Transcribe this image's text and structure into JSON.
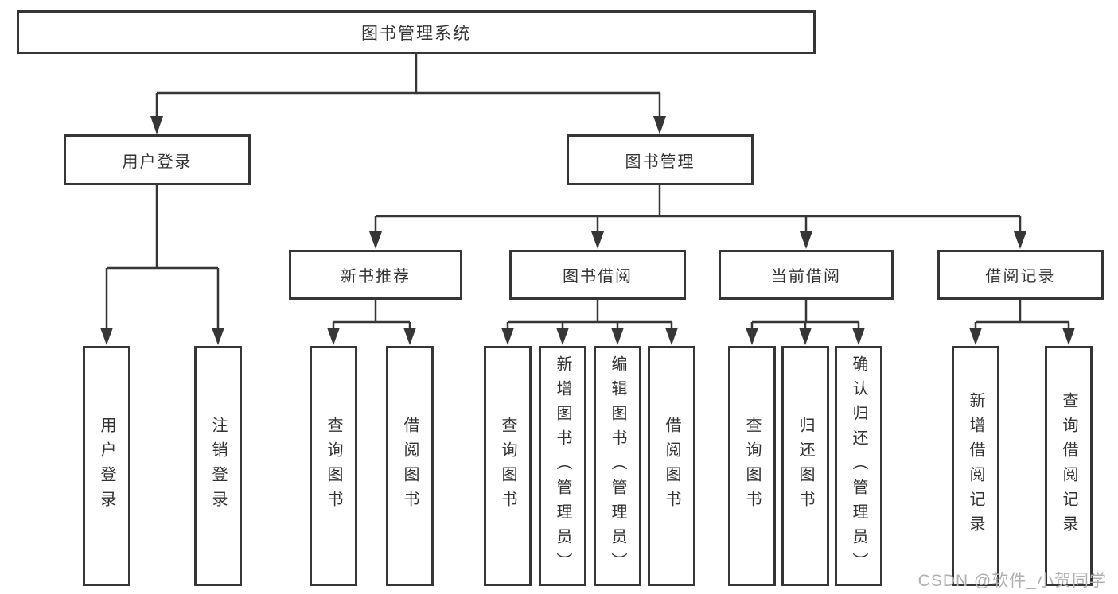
{
  "tree": {
    "root": {
      "label": "图书管理系统",
      "children": [
        {
          "label": "用户登录",
          "children": [
            {
              "label": "用户登录"
            },
            {
              "label": "注销登录"
            }
          ]
        },
        {
          "label": "图书管理",
          "children": [
            {
              "label": "新书推荐",
              "children": [
                {
                  "label": "查询图书"
                },
                {
                  "label": "借阅图书"
                }
              ]
            },
            {
              "label": "图书借阅",
              "children": [
                {
                  "label": "查询图书"
                },
                {
                  "label": "新增图书（管理员）"
                },
                {
                  "label": "编辑图书（管理员）"
                },
                {
                  "label": "借阅图书"
                }
              ]
            },
            {
              "label": "当前借阅",
              "children": [
                {
                  "label": "查询图书"
                },
                {
                  "label": "归还图书"
                },
                {
                  "label": "确认归还（管理员）"
                }
              ]
            },
            {
              "label": "借阅记录",
              "children": [
                {
                  "label": "新增借阅记录"
                },
                {
                  "label": "查询借阅记录"
                }
              ]
            }
          ]
        }
      ]
    },
    "watermark": "CSDN @软件_小贺同学",
    "colors": {
      "line": "#363636",
      "text": "#333333",
      "watermark": "#b0b0b0",
      "background": "#ffffff"
    }
  }
}
